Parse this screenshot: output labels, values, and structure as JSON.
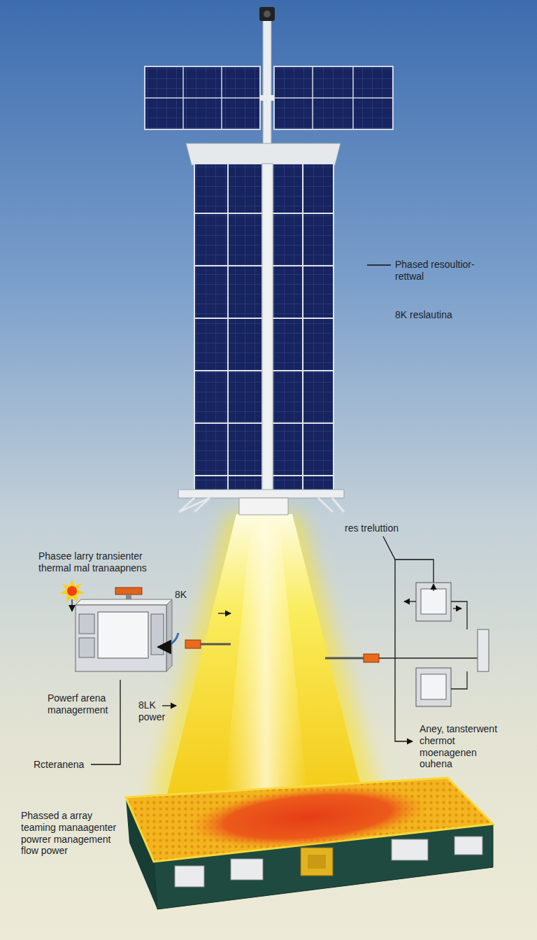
{
  "diagram": {
    "labels": [
      "Phased resoultior- rettwal",
      "8K reslautina",
      "res treluttion",
      "Phasee larry transienter thermal mal tranaapnens",
      "8K",
      "Powerf arena managerment",
      "8LK power",
      "Rcteranena",
      "Aney, tansterwent chermot moenagenen ouhena",
      "Phassed a array teaming manaagenter powrer management flow power"
    ]
  }
}
